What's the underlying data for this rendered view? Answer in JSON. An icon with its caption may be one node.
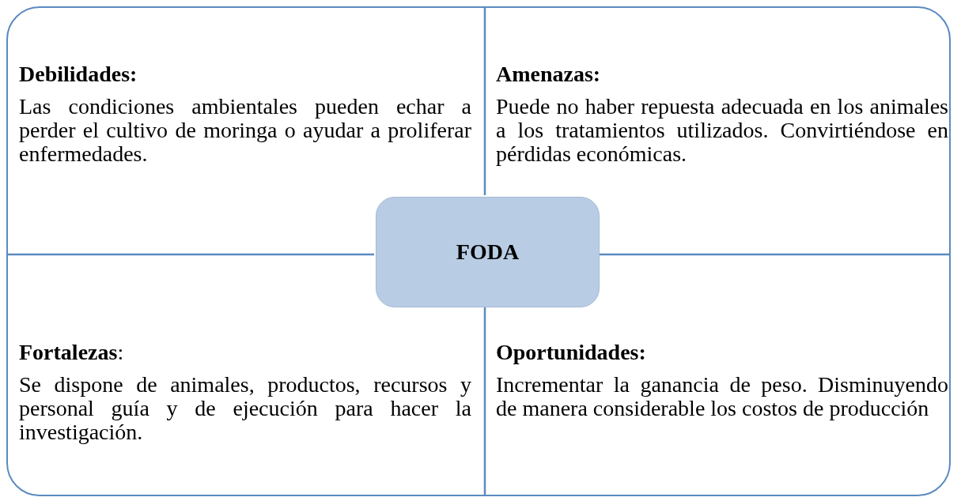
{
  "diagram": {
    "nodes": [
      {
        "text": [],
        "shape": "box"
      },
      {
        "text": [
          "Debilidades:",
          "Las condiciones ambientales pueden echar a perder el cultivo de moringa o ayudar a proliferar enfermedades."
        ],
        "in": 0
      },
      {
        "text": [
          "Amenazas:",
          "Puede no haber repuesta adecuada en los animales a los tratamientos utilizados. Convirtiéndose en pérdidas económicas."
        ],
        "in": 0
      },
      {
        "text": [
          "FODA"
        ],
        "in": 0
      },
      {
        "text": [
          "**Fortalezas**:",
          "Se dispone de animales, productos, recursos y personal guía y de ejecución para hacer la investigación."
        ],
        "in": 0
      },
      {
        "text": [
          "Oportunidades:",
          "Incrementar la ganancia de peso. Disminuyendo de manera considerable los costos de producción"
        ],
        "in": 0
      }
    ]
  }
}
